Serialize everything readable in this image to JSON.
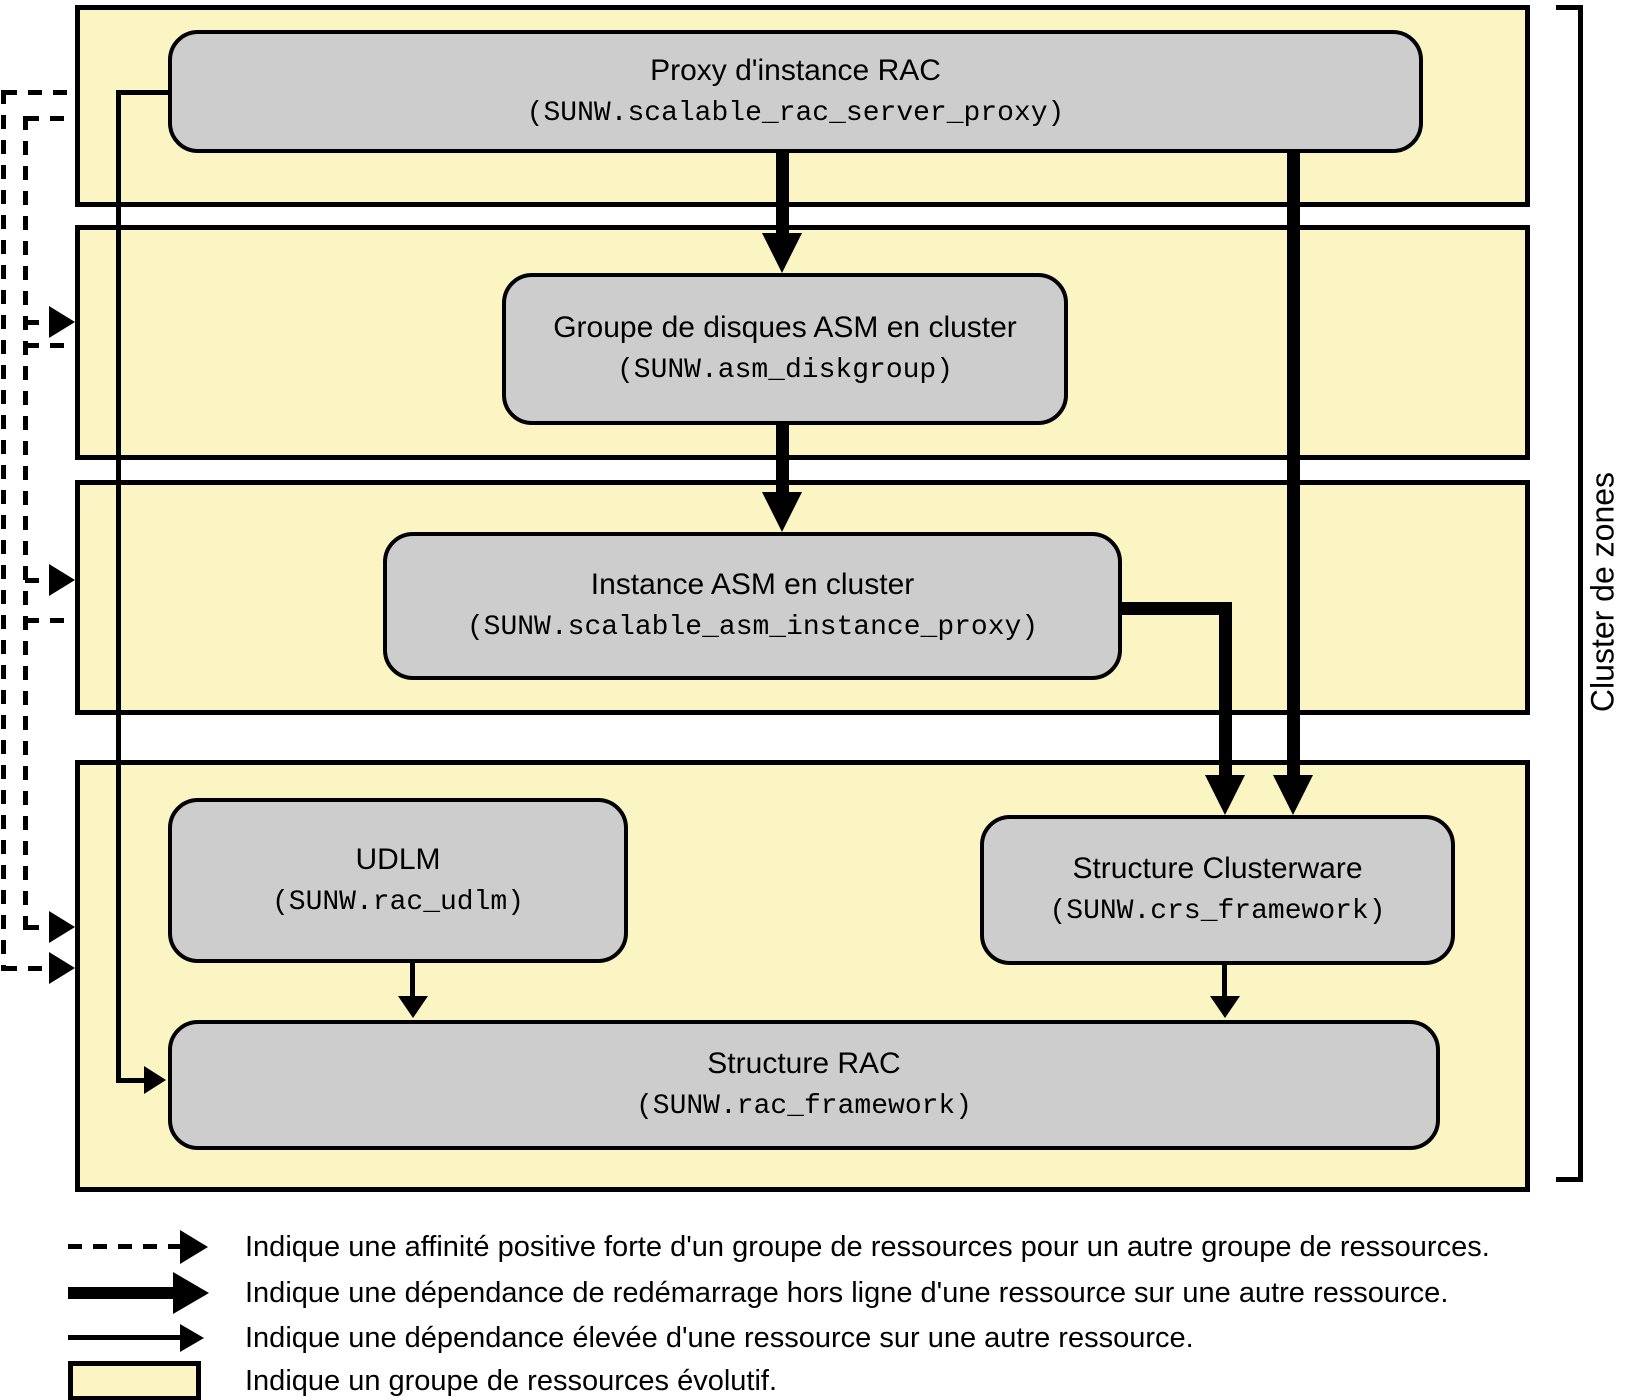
{
  "diagram": {
    "side_label": "Cluster de zones",
    "nodes": {
      "proxy": {
        "title": "Proxy d'instance RAC",
        "code": "(SUNW.scalable_rac_server_proxy)"
      },
      "diskgroup": {
        "title": "Groupe de disques ASM en cluster",
        "code": "(SUNW.asm_diskgroup)"
      },
      "asm_instance": {
        "title": "Instance ASM en cluster",
        "code": "(SUNW.scalable_asm_instance_proxy)"
      },
      "udlm": {
        "title": "UDLM",
        "code": "(SUNW.rac_udlm)"
      },
      "clusterware": {
        "title": "Structure Clusterware",
        "code": "(SUNW.crs_framework)"
      },
      "rac": {
        "title": "Structure RAC",
        "code": "(SUNW.rac_framework)"
      }
    },
    "edges": [
      {
        "type": "offline-restart-dependency",
        "from": "proxy",
        "to": "diskgroup"
      },
      {
        "type": "offline-restart-dependency",
        "from": "diskgroup",
        "to": "asm_instance"
      },
      {
        "type": "offline-restart-dependency",
        "from": "asm_instance",
        "to": "clusterware"
      },
      {
        "type": "offline-restart-dependency",
        "from": "proxy",
        "to": "clusterware"
      },
      {
        "type": "strong-dependency",
        "from": "proxy",
        "to": "rac"
      },
      {
        "type": "strong-dependency",
        "from": "udlm",
        "to": "rac"
      },
      {
        "type": "strong-dependency",
        "from": "clusterware",
        "to": "rac"
      },
      {
        "type": "strong-positive-affinity",
        "from": "group-1",
        "to": "group-2"
      },
      {
        "type": "strong-positive-affinity",
        "from": "group-2",
        "to": "group-3"
      },
      {
        "type": "strong-positive-affinity",
        "from": "group-3",
        "to": "group-4"
      },
      {
        "type": "strong-positive-affinity",
        "from": "group-1",
        "to": "group-4"
      }
    ]
  },
  "legend": {
    "items": [
      {
        "symbol": "dashed-arrow",
        "text": "Indique une affinité positive forte d'un groupe de ressources pour un autre groupe de ressources."
      },
      {
        "symbol": "thick-arrow",
        "text": "Indique une dépendance de redémarrage hors ligne d'une ressource sur une autre ressource."
      },
      {
        "symbol": "thin-arrow",
        "text": "Indique une dépendance élevée d'une ressource sur une autre ressource."
      },
      {
        "symbol": "yellow-box",
        "text": "Indique un groupe de ressources évolutif."
      }
    ]
  },
  "colors": {
    "group_fill": "#faf5c2",
    "node_fill": "#cdcdcd",
    "line": "#000000"
  }
}
